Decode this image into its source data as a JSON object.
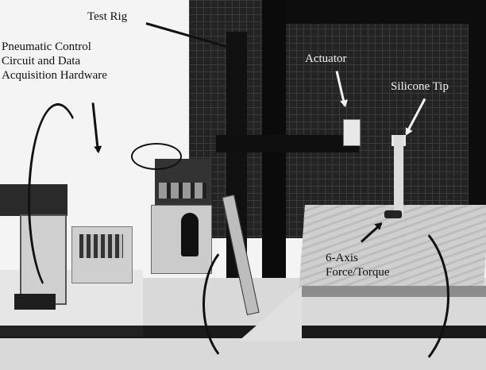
{
  "figure": {
    "type": "annotated photograph",
    "description": "Grayscale photo of pneumatic soft-actuator test rig setup",
    "labels": {
      "test_rig": "Test Rig",
      "pneumatic": "Pneumatic Control\nCircuit and Data\nAcquisition Hardware",
      "actuator": "Actuator",
      "silicone_tip": "Silicone Tip",
      "sensor": "6-Axis\nForce/Torque"
    }
  }
}
